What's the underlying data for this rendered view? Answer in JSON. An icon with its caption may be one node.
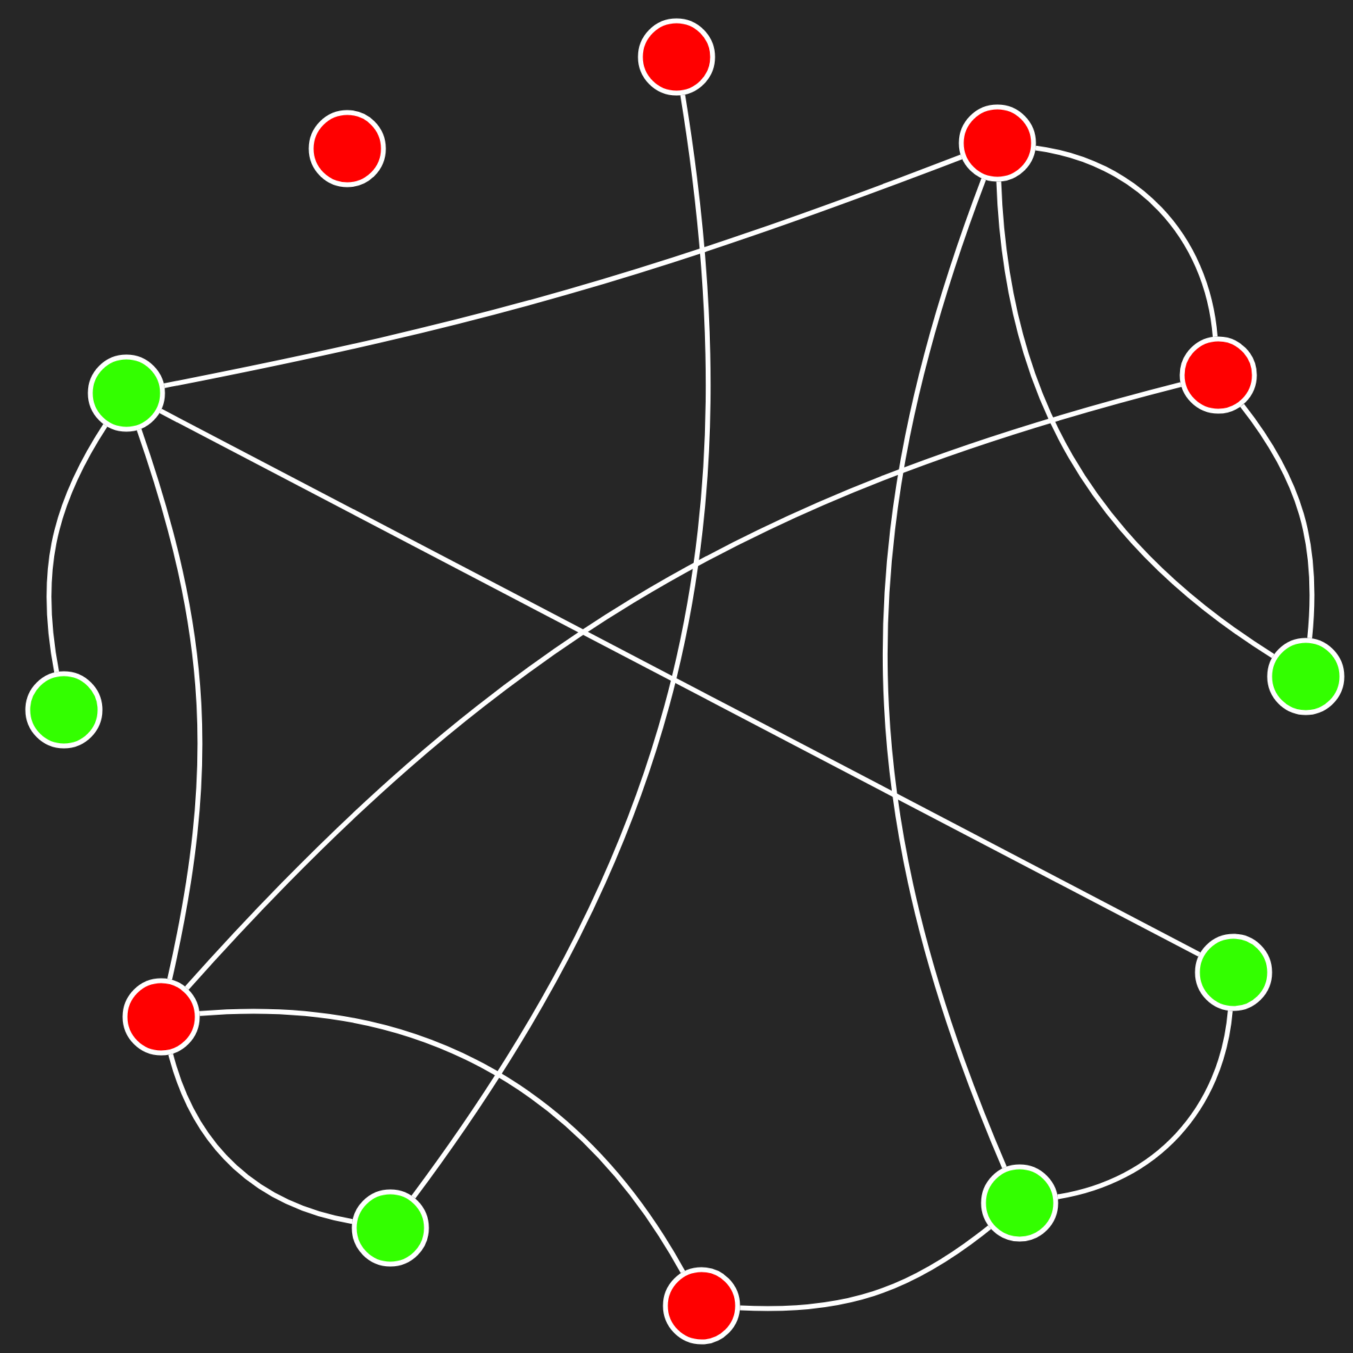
{
  "diagram": {
    "nodes": [
      {
        "text": [],
        "shape": "circle"
      },
      {
        "text": [],
        "shape": "circle"
      },
      {
        "text": [],
        "shape": "circle"
      },
      {
        "text": [],
        "shape": "circle"
      },
      {
        "text": [],
        "shape": "circle"
      },
      {
        "text": [],
        "shape": "circle"
      },
      {
        "text": [],
        "shape": "circle"
      },
      {
        "text": [],
        "shape": "circle"
      },
      {
        "text": [],
        "shape": "circle"
      },
      {
        "text": [],
        "shape": "circle"
      },
      {
        "text": [],
        "shape": "circle"
      },
      {
        "text": [],
        "shape": "circle"
      }
    ],
    "edges": [
      {
        "from": 0,
        "to": 9,
        "arrow": "none"
      },
      {
        "from": 2,
        "to": 3,
        "arrow": "none"
      },
      {
        "from": 2,
        "to": 4,
        "arrow": "none"
      },
      {
        "from": 2,
        "to": 6,
        "arrow": "none"
      },
      {
        "from": 2,
        "to": 10,
        "arrow": "none"
      },
      {
        "from": 4,
        "to": 6,
        "arrow": "none"
      },
      {
        "from": 4,
        "to": 8,
        "arrow": "none"
      },
      {
        "from": 3,
        "to": 5,
        "arrow": "none"
      },
      {
        "from": 3,
        "to": 8,
        "arrow": "none"
      },
      {
        "from": 3,
        "to": 7,
        "arrow": "none"
      },
      {
        "from": 8,
        "to": 9,
        "arrow": "none"
      },
      {
        "from": 8,
        "to": 11,
        "arrow": "none"
      },
      {
        "from": 11,
        "to": 10,
        "arrow": "none"
      },
      {
        "from": 10,
        "to": 7,
        "arrow": "none"
      }
    ]
  }
}
